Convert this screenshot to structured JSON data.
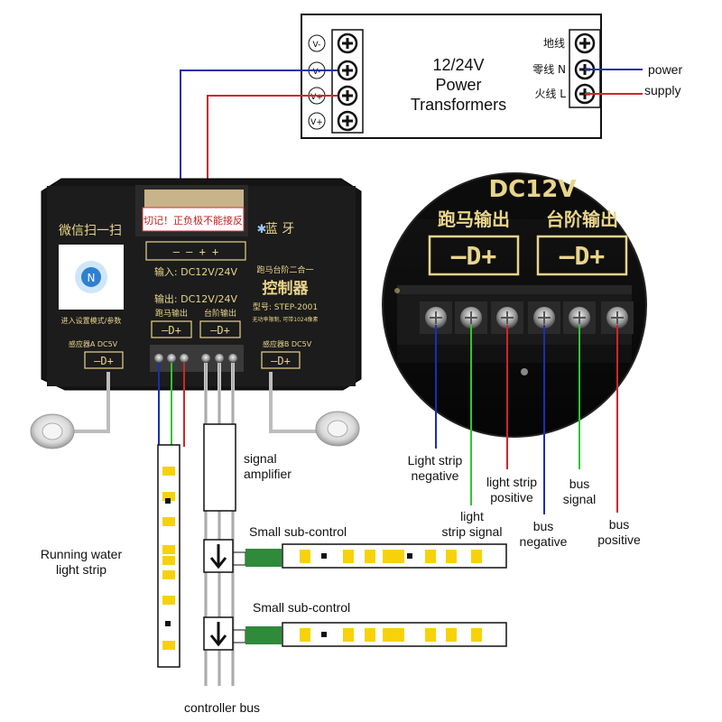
{
  "transformer": {
    "title_line1": "12/24V",
    "title_line2": "Power",
    "title_line3": "Transformers",
    "ground_label": "地线",
    "neutral_label": "零线 N",
    "live_label": "火线 L",
    "left_terminal_marks": [
      "V-",
      "V-",
      "V+",
      "V+"
    ]
  },
  "power_supply": {
    "line1": "power",
    "line2": "supply"
  },
  "controller": {
    "wechat_label": "微信扫一扫",
    "bluetooth_label": "蓝 牙",
    "warning_label": "切记！正负极不能接反",
    "qr_caption": "进入设置模式/参数",
    "input_label": "输入: DC12V/24V",
    "output_label": "输出: DC12V/24V",
    "product_line": "跑马台阶二合一",
    "product_name": "控制器",
    "model": "型号: STEP-2001",
    "model_note": "无功率限制, 可带1024像素",
    "running_output": "跑马输出",
    "step_output": "台阶输出",
    "sensor_a": "感应器A DC5V",
    "sensor_b": "感应器B DC5V",
    "terminal_marks": "—D+",
    "top_terminal_marks": "— —   + +"
  },
  "zoom": {
    "dc_label": "DC12V",
    "running_output": "跑马输出",
    "step_output": "台阶输出",
    "terminal_marks": "—D+"
  },
  "labels": {
    "light_strip_negative": [
      "Light strip",
      "negative"
    ],
    "light_strip_signal": [
      "light",
      "strip signal"
    ],
    "light_strip_positive": [
      "light strip",
      "positive"
    ],
    "bus_negative": [
      "bus",
      "negative"
    ],
    "bus_signal": [
      "bus",
      "signal"
    ],
    "bus_positive": [
      "bus",
      "positive"
    ],
    "signal_amplifier": [
      "signal",
      "amplifier"
    ],
    "sub_control_1": "Small sub-control",
    "sub_control_2": "Small sub-control",
    "running_water_strip": [
      "Running water",
      "light strip"
    ],
    "controller_bus": "controller bus"
  },
  "colors": {
    "negative_wire": "#1a2fb0",
    "signal_wire": "#2ec82e",
    "positive_wire": "#d0262a",
    "controller_body": "#1c1c1c",
    "gold_text": "#e9d58a",
    "led_yellow": "#f7d20a",
    "terminal_metal": "#8a8a8a"
  },
  "icons": [
    "plus-terminal-icon",
    "bluetooth-icon",
    "qr-code-icon",
    "down-arrow-icon",
    "motion-sensor-icon",
    "screw-icon"
  ]
}
